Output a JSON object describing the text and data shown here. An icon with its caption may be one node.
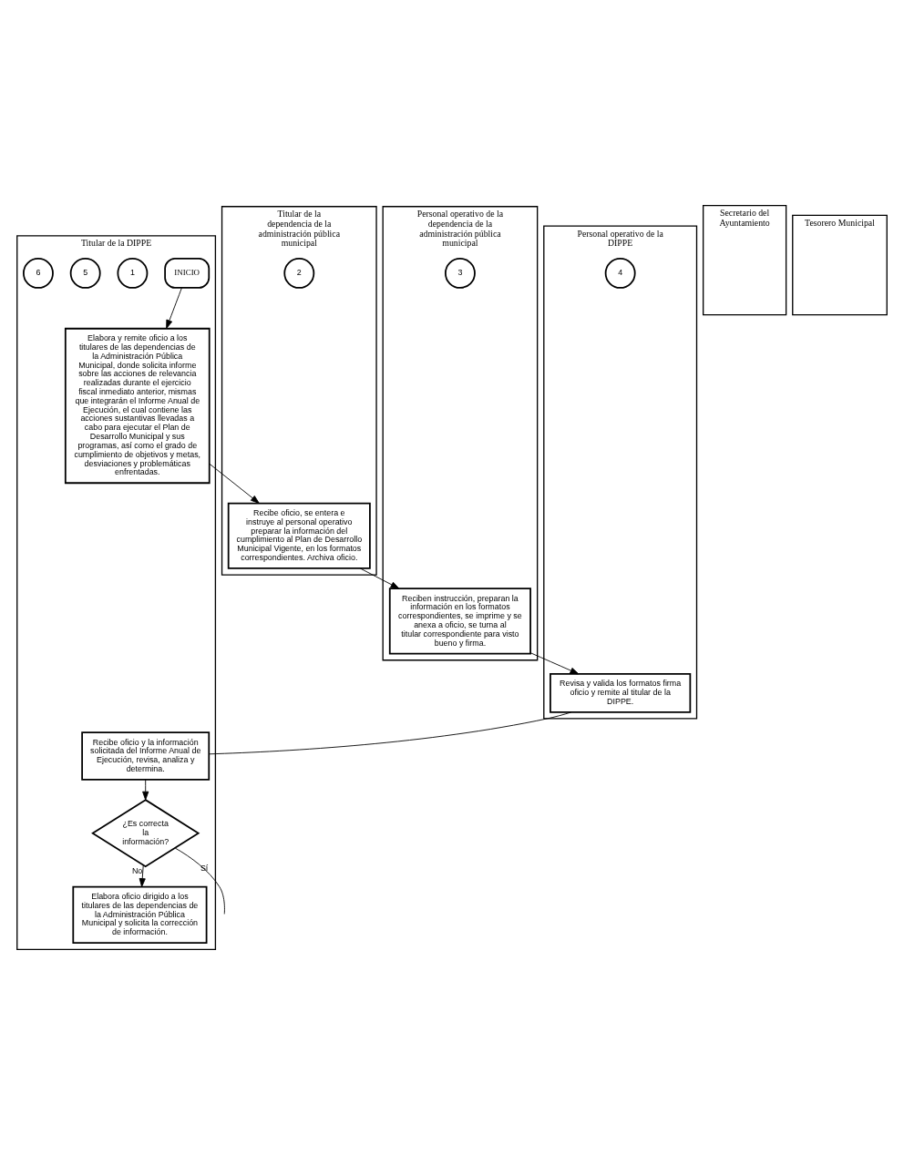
{
  "diagram": {
    "nodes": [
      {
        "text": [
          "Titular de la DIPPE"
        ]
      },
      {
        "text": [
          "Titular de la dependencia de la administración pública municipal"
        ]
      },
      {
        "text": [
          "Personal operativo de la DIPPE"
        ]
      },
      {
        "text": [
          "Personal operativo de la dependencia de la administración pública municipal"
        ]
      },
      {
        "text": [
          "Secretario del Ayuntamiento"
        ]
      },
      {
        "text": [
          "Tesorero Municipal"
        ]
      },
      {
        "text": [
          "INICIO"
        ],
        "in": 0
      },
      {
        "text": [
          "1"
        ],
        "in": 0
      },
      {
        "text": [
          "Elabora y remite oficio a los titulares de las dependencias de la Administración Pública Municipal, donde solicita informe sobre las acciones de relevancia realizadas durante el ejercicio fiscal inmediato anterior, mismas que integrarán el Informe Anual de Ejecución, el cual contiene las acciones sustantivas llevadas a cabo para ejecutar el Plan de Desarrollo Municipal y sus programas, así como el grado de cumplimiento de objetivos y metas, desviaciones y problemáticas enfrentadas."
        ],
        "in": 0
      },
      {
        "text": [
          "2"
        ],
        "in": 1
      },
      {
        "text": [
          "Recibe oficio, se entera e instruye al personal operativo preparar la información del cumplimiento al Plan de Desarrollo Municipal Vigente, en los formatos correspondientes. Archiva oficio."
        ],
        "in": 1
      },
      {
        "text": [
          "3"
        ],
        "in": 3
      },
      {
        "text": [
          "Reciben instrucción, preparan la información en los formatos correspondientes, se imprime y se anexa a oficio, se turna al titular correspondiente para visto bueno y firma."
        ],
        "in": 3
      },
      {
        "text": [
          "4"
        ],
        "in": 2
      },
      {
        "text": [
          "Revisa y valida los formatos firma oficio y remite al titular de la DIPPE."
        ],
        "in": 2
      },
      {
        "text": [
          "5"
        ],
        "in": 0
      },
      {
        "text": [
          "Recibe oficio y la información solicitada del Informe Anual de Ejecución, revisa, analiza y determina."
        ],
        "in": 0
      },
      {
        "text": [
          "¿Es correcta la información?"
        ],
        "in": 0
      },
      {
        "text": [
          "6"
        ],
        "in": 0
      },
      {
        "text": [
          "Elabora oficio dirigido a los titulares de las dependencias de la Administración Pública Municipal y solicita la corrección de información."
        ],
        "in": 0
      }
    ],
    "edges": [
      {
        "from": 6,
        "to": 8,
        "arrow": "to"
      },
      {
        "from": 8,
        "to": 10,
        "arrow": "to"
      },
      {
        "from": 10,
        "to": 12,
        "arrow": "to"
      },
      {
        "from": 12,
        "to": 14,
        "arrow": "to"
      },
      {
        "from": 14,
        "to": 16,
        "arrow": "none"
      },
      {
        "from": 16,
        "to": 17,
        "arrow": "to"
      },
      {
        "from": 17,
        "to": 19,
        "label": "No",
        "arrow": "to"
      },
      {
        "from": 17,
        "to": null,
        "label": "Sí",
        "arrow": "none"
      }
    ]
  }
}
